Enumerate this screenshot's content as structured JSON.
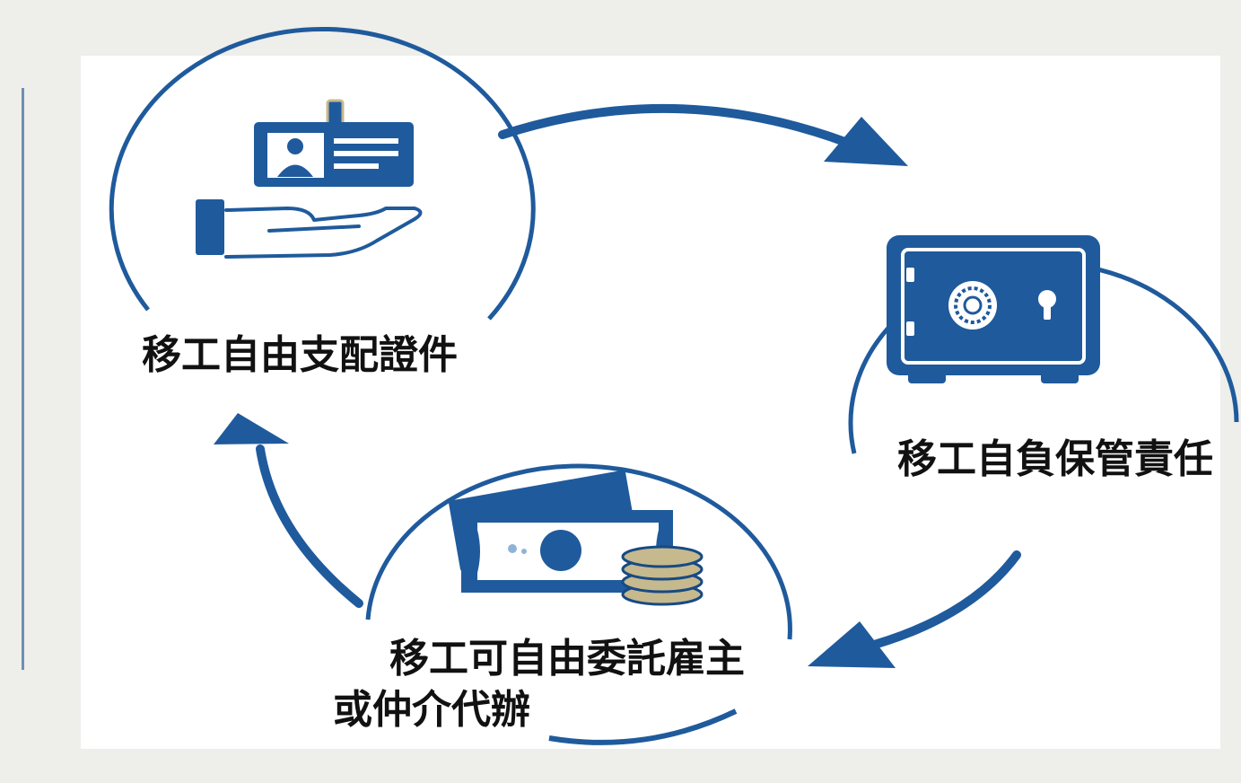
{
  "nodes": [
    {
      "id": "documents",
      "label": "移工自由支配證件",
      "icon": "id-card-in-hand-icon"
    },
    {
      "id": "custody",
      "label": "移工自負保管責任",
      "icon": "safe-icon"
    },
    {
      "id": "delegation",
      "label_line1": "移工可自由委託雇主",
      "label_line2": "或仲介代辦",
      "icon": "money-and-coins-icon"
    }
  ],
  "colors": {
    "accent": "#1f5a9c",
    "accent_dark": "#174a84",
    "panel": "#ffffff",
    "page_background": "#eeeeea",
    "coin": "#c6b98e"
  }
}
